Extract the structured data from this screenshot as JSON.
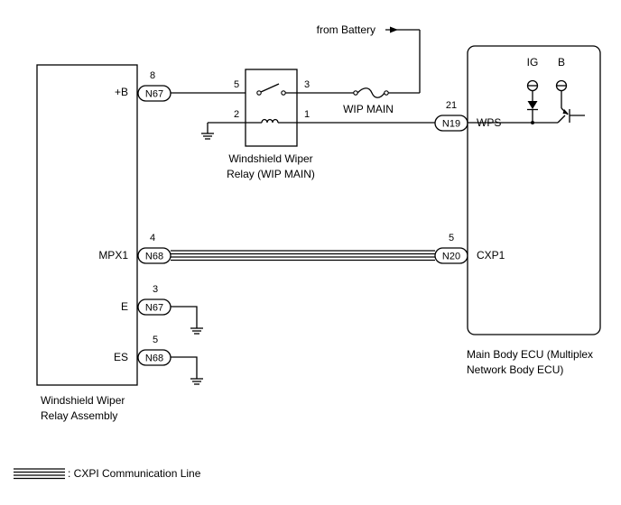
{
  "battery_label": "from Battery",
  "fuse_label": "WIP MAIN",
  "relay": {
    "name_line1": "Windshield Wiper",
    "name_line2": "Relay (WIP MAIN)",
    "pins": {
      "p5": "5",
      "p3": "3",
      "p2": "2",
      "p1": "1"
    }
  },
  "relay_assembly": {
    "name_line1": "Windshield Wiper",
    "name_line2": "Relay Assembly",
    "terminals": [
      {
        "label": "+B",
        "pin": "8",
        "connector": "N67"
      },
      {
        "label": "MPX1",
        "pin": "4",
        "connector": "N68"
      },
      {
        "label": "E",
        "pin": "3",
        "connector": "N67"
      },
      {
        "label": "ES",
        "pin": "5",
        "connector": "N68"
      }
    ]
  },
  "ecu": {
    "name_line1": "Main Body ECU (Multiplex",
    "name_line2": "Network Body ECU)",
    "ig_label": "IG",
    "b_label": "B",
    "terminals": [
      {
        "label": "WPS",
        "pin": "21",
        "connector": "N19"
      },
      {
        "label": "CXP1",
        "pin": "5",
        "connector": "N20"
      }
    ]
  },
  "legend": {
    "label": ": CXPI Communication Line"
  }
}
